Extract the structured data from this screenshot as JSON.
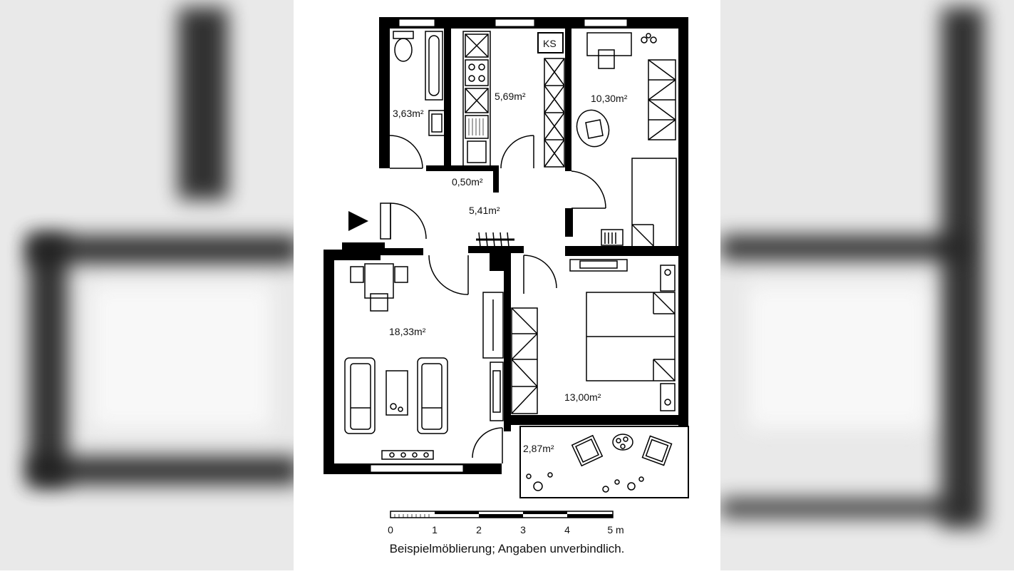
{
  "rooms": {
    "bathroom": "3,63m²",
    "kitchen": "5,69m²",
    "bedroom_small": "10,30m²",
    "storage": "0,50m²",
    "hallway": "5,41m²",
    "living_room": "18,33m²",
    "bedroom": "13,00m²",
    "balcony": "2,87m²"
  },
  "labels": {
    "chimney": "KS"
  },
  "scale": {
    "ticks": [
      "0",
      "1",
      "2",
      "3",
      "4",
      "5 m"
    ]
  },
  "caption": "Beispielmöblierung; Angaben unverbindlich.",
  "colors": {
    "wall": "#000000",
    "background": "#ffffff",
    "blur_backdrop": "#e9e9e9"
  },
  "icons": {
    "entrance": "entrance-arrow-icon"
  }
}
